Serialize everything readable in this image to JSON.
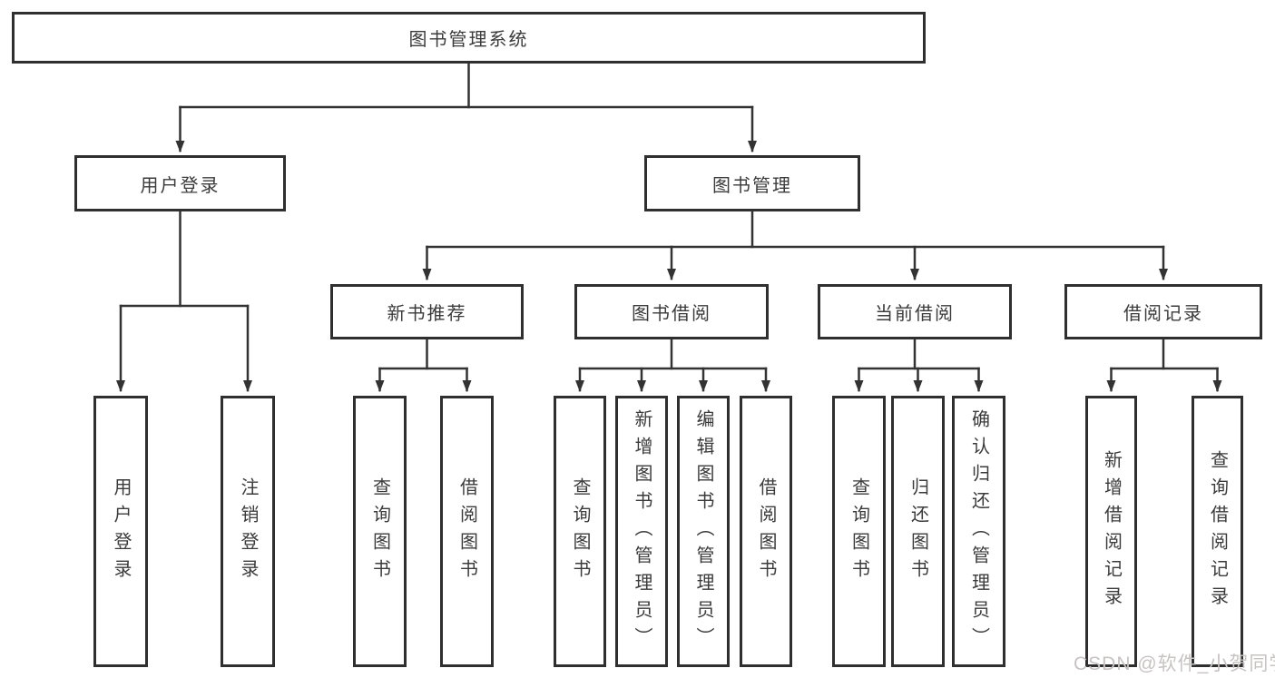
{
  "diagram": {
    "type": "hierarchy-org-chart",
    "tree": {
      "label": "图书管理系统",
      "children": [
        {
          "label": "用户登录",
          "children": [
            {
              "label": "用户登录"
            },
            {
              "label": "注销登录"
            }
          ]
        },
        {
          "label": "图书管理",
          "children": [
            {
              "label": "新书推荐",
              "children": [
                {
                  "label": "查询图书"
                },
                {
                  "label": "借阅图书"
                }
              ]
            },
            {
              "label": "图书借阅",
              "children": [
                {
                  "label": "查询图书"
                },
                {
                  "label": "新增图书（管理员）"
                },
                {
                  "label": "编辑图书（管理员）"
                },
                {
                  "label": "借阅图书"
                }
              ]
            },
            {
              "label": "当前借阅",
              "children": [
                {
                  "label": "查询图书"
                },
                {
                  "label": "归还图书"
                },
                {
                  "label": "确认归还（管理员）"
                }
              ]
            },
            {
              "label": "借阅记录",
              "children": [
                {
                  "label": "新增借阅记录"
                },
                {
                  "label": "查询借阅记录"
                }
              ]
            }
          ]
        }
      ]
    }
  },
  "watermark": {
    "text": "CSDN @软件_小贺同学"
  },
  "colors": {
    "line": "#333333",
    "box_border": "#2f2f2f",
    "text": "#3b3b3b",
    "background": "#ffffff",
    "watermark": "#c8c3c3"
  }
}
